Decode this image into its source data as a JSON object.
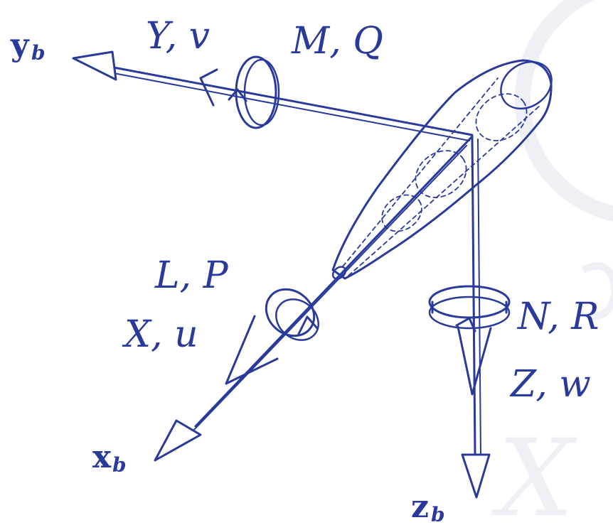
{
  "axes": {
    "y": {
      "name": "y",
      "sub": "b",
      "force_label": "Y, v",
      "moment_label": "M, Q"
    },
    "x": {
      "name": "x",
      "sub": "b",
      "force_label": "X, u",
      "moment_label": "L, P"
    },
    "z": {
      "name": "z",
      "sub": "b",
      "force_label": "Z, w",
      "moment_label": "N, R"
    }
  },
  "colors": {
    "ink": "#2a3a9a",
    "watermark": "#eef0f6"
  }
}
